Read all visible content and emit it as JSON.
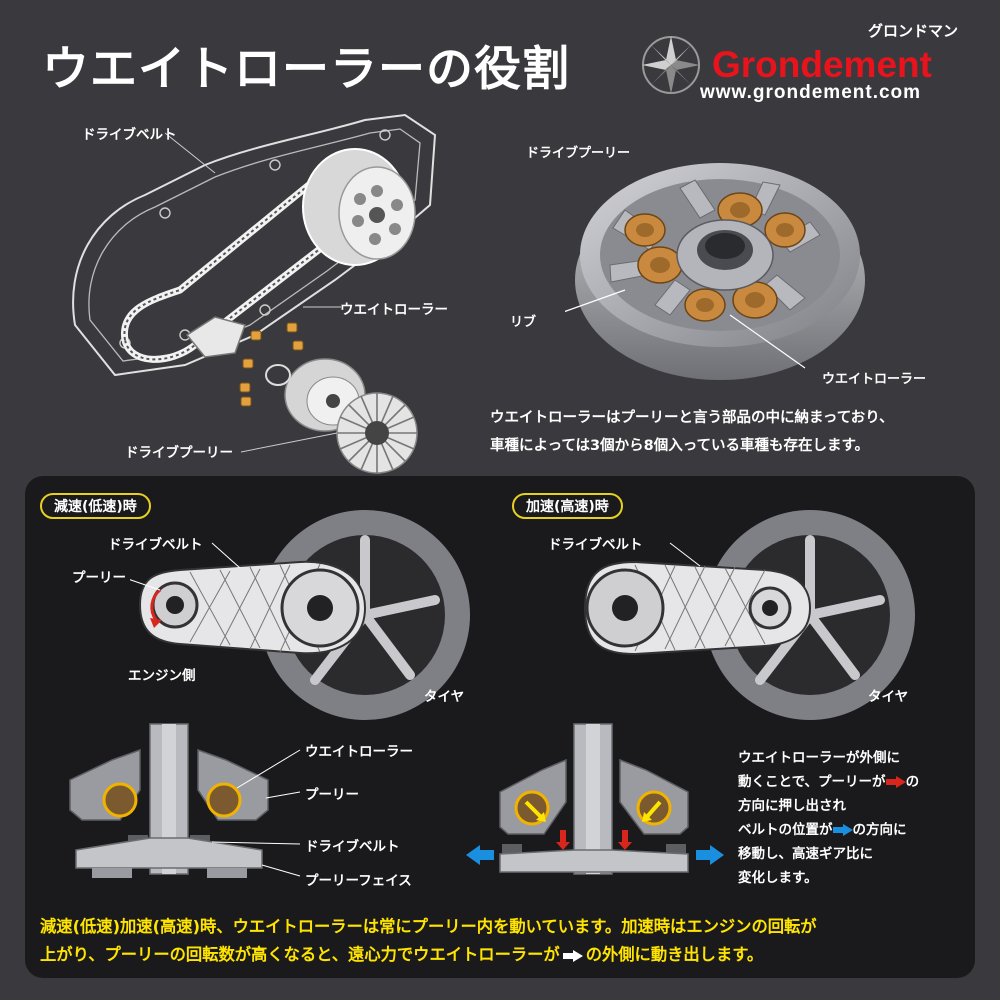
{
  "title": "ウエイトローラーの役割",
  "brand": {
    "kana": "グロンドマン",
    "name": "Grondement",
    "url": "www.grondement.com"
  },
  "top_left_labels": {
    "drive_belt": "ドライブベルト",
    "weight_roller": "ウエイトローラー",
    "drive_pulley": "ドライブプーリー"
  },
  "top_right_labels": {
    "drive_pulley": "ドライブプーリー",
    "rib": "リブ",
    "weight_roller": "ウエイトローラー"
  },
  "description": [
    "ウエイトローラーはプーリーと言う部品の中に納まっており、",
    "車種によっては3個から8個入っている車種も存在します。"
  ],
  "left_panel": {
    "tag": "減速(低速)時",
    "drive_belt": "ドライブベルト",
    "pulley": "プーリー",
    "engine_side": "エンジン側",
    "tire": "タイヤ",
    "weight_roller": "ウエイトローラー",
    "pulley2": "プーリー",
    "drive_belt2": "ドライブベルト",
    "pulley_face": "プーリーフェイス"
  },
  "right_panel": {
    "tag": "加速(高速)時",
    "drive_belt": "ドライブベルト",
    "tire": "タイヤ",
    "desc_lines": [
      {
        "before": "ウエイトローラーが外側に",
        "arrow": "",
        "after": ""
      },
      {
        "before": "動くことで、プーリーが",
        "arrow": "red",
        "after": "の"
      },
      {
        "before": "方向に押し出され",
        "arrow": "",
        "after": ""
      },
      {
        "before": "ベルトの位置が",
        "arrow": "blue",
        "after": "の方向に"
      },
      {
        "before": "移動し、高速ギア比に",
        "arrow": "",
        "after": ""
      },
      {
        "before": "変化します。",
        "arrow": "",
        "after": ""
      }
    ]
  },
  "bottom": {
    "line1": "減速(低速)加速(高速)時、ウエイトローラーは常にプーリー内を動いています。加速時はエンジンの回転が",
    "line2_a": "上がり、プーリーの回転数が高くなると、遠心力でウエイトローラーが",
    "line2_b": "の外側に動き出します。"
  },
  "colors": {
    "background": "#3a3a3e",
    "panel": "#1a1a1c",
    "brand_red": "#e8131d",
    "accent_yellow": "#ffe400",
    "roller_orange": "#c98a3f",
    "arrow_blue": "#1a8fe0"
  }
}
